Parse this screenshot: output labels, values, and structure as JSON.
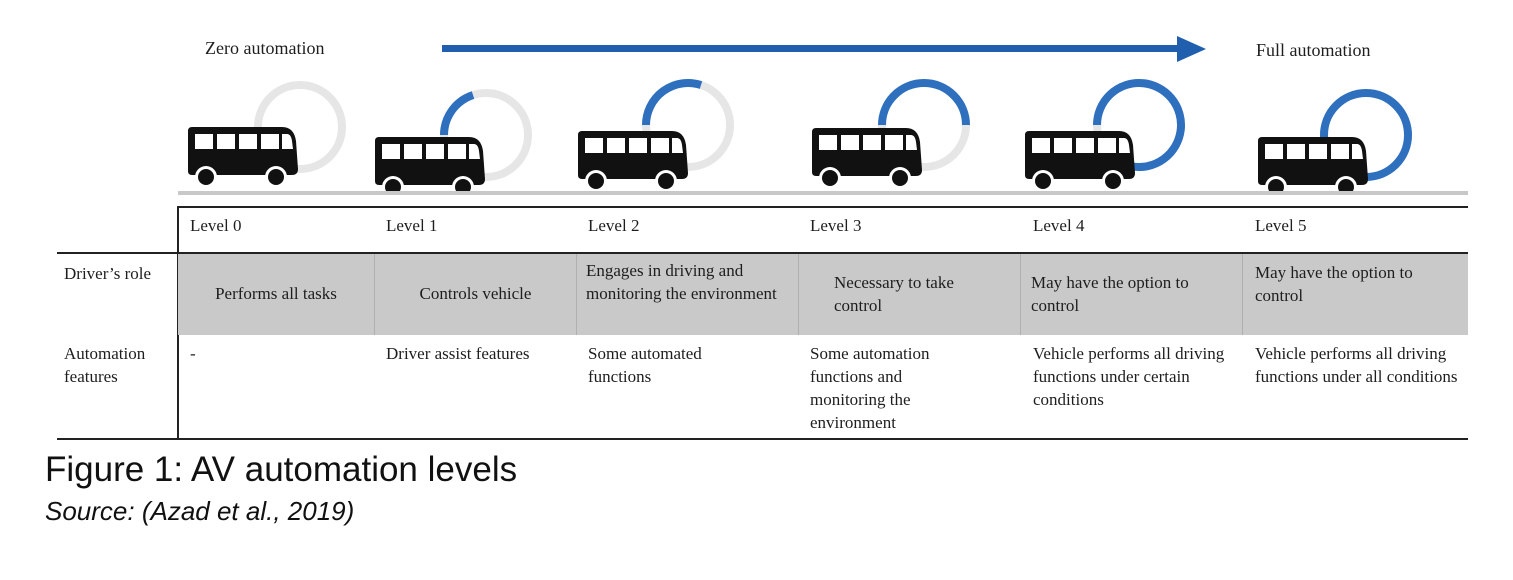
{
  "header": {
    "left_label": "Zero automation",
    "right_label": "Full automation"
  },
  "colors": {
    "arrow": "#1f5fae",
    "ring_progress": "#2e6fbe",
    "ring_track": "#e6e6e6",
    "bus": "#111111",
    "band": "#c9c9c9"
  },
  "levels": [
    {
      "label": "Level 0",
      "automation_fraction": 0.0,
      "icon": "bus-icon"
    },
    {
      "label": "Level 1",
      "automation_fraction": 0.2,
      "icon": "bus-icon"
    },
    {
      "label": "Level 2",
      "automation_fraction": 0.3,
      "icon": "bus-icon"
    },
    {
      "label": "Level 3",
      "automation_fraction": 0.5,
      "icon": "bus-icon"
    },
    {
      "label": "Level 4",
      "automation_fraction": 0.78,
      "icon": "bus-icon"
    },
    {
      "label": "Level 5",
      "automation_fraction": 1.0,
      "icon": "bus-icon"
    }
  ],
  "rows": {
    "drivers_role": {
      "header": "Driver’s role",
      "cells": [
        "Performs all tasks",
        "Controls vehicle",
        "Engages in driving and monitoring the environment",
        "Necessary to take control",
        "May have the option to control",
        "May have the option to control"
      ]
    },
    "automation_features": {
      "header": "Automation features",
      "cells": [
        "-",
        "Driver assist features",
        "Some automated functions",
        "Some automation functions and monitoring the environment",
        "Vehicle performs all driving functions under certain conditions",
        "Vehicle performs all driving functions under all conditions"
      ]
    }
  },
  "caption": {
    "title": "Figure 1: AV automation levels",
    "source": "Source: (Azad et al., 2019)"
  }
}
